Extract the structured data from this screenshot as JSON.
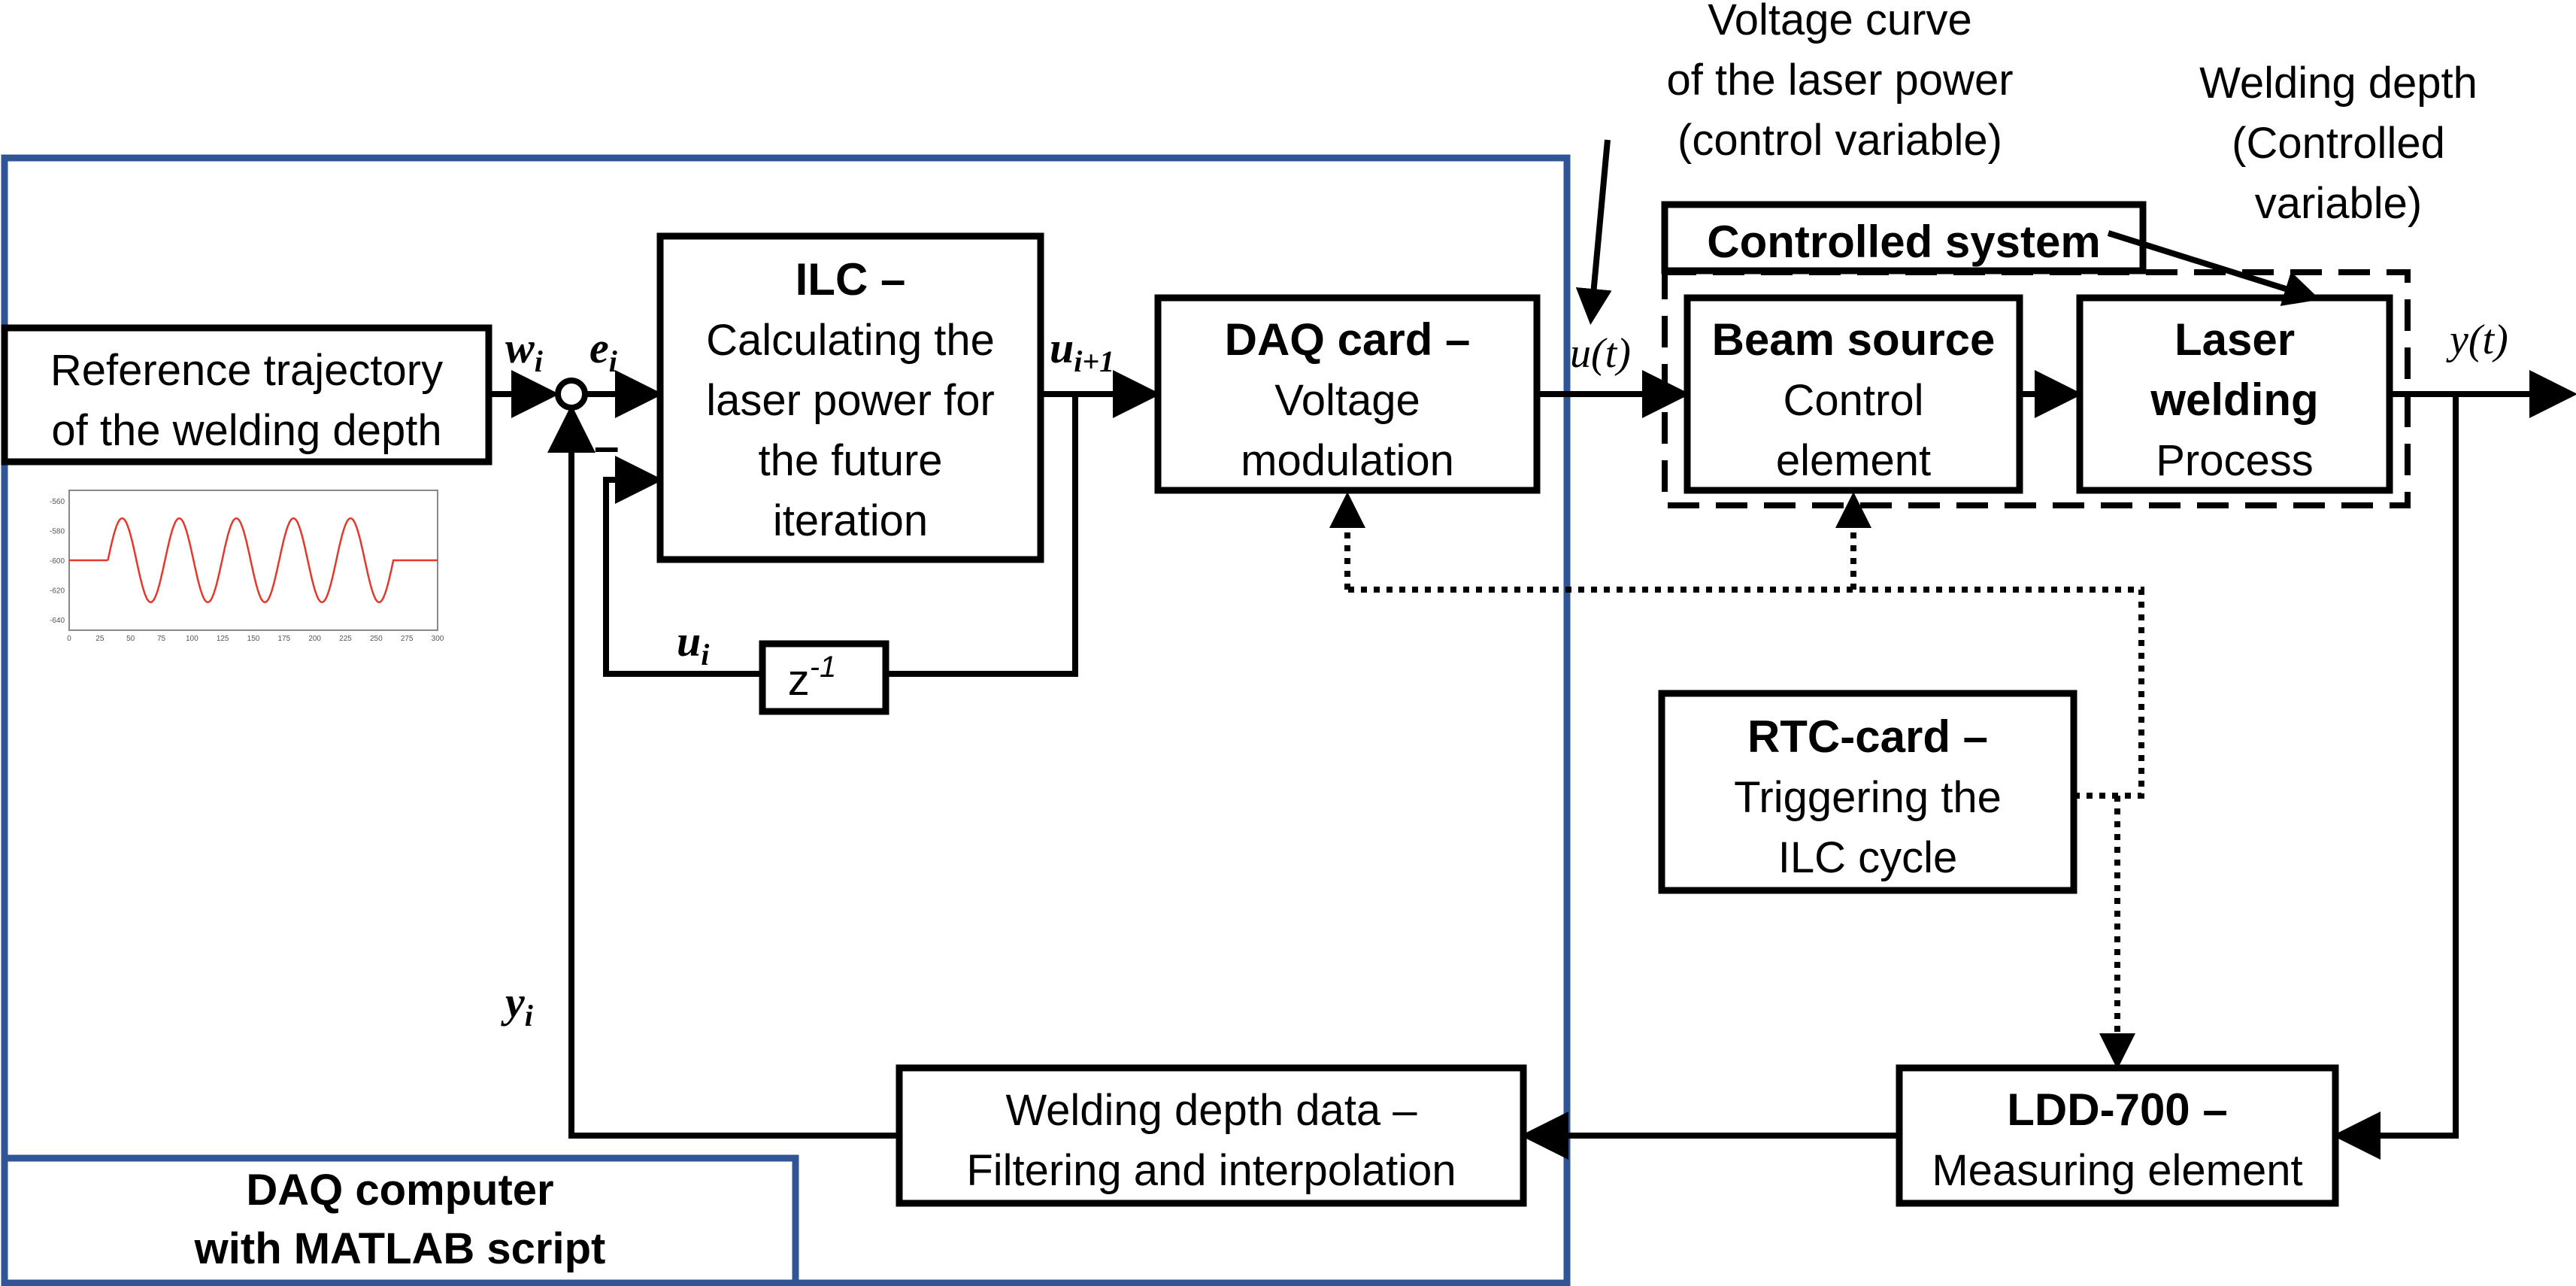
{
  "labels": {
    "reference_line1": "Reference trajectory",
    "reference_line2": "of the welding depth",
    "ilc_title": "ILC –",
    "ilc_line1": "Calculating the",
    "ilc_line2": "laser power for",
    "ilc_line3": "the future",
    "ilc_line4": "iteration",
    "daq_title": "DAQ card –",
    "daq_line1": "Voltage",
    "daq_line2": "modulation",
    "controlled_system": "Controlled system",
    "beam_title": "Beam source",
    "beam_line1": "Control",
    "beam_line2": "element",
    "laser_title1": "Laser",
    "laser_title2": "welding",
    "laser_line1": "Process",
    "rtc_title": "RTC-card –",
    "rtc_line1": "Triggering the",
    "rtc_line2": "ILC cycle",
    "ldd_title": "LDD-700 –",
    "ldd_line1": "Measuring element",
    "wdd_line1": "Welding depth data –",
    "wdd_line2": "Filtering and interpolation",
    "daq_computer_line1": "DAQ computer",
    "daq_computer_line2": "with MATLAB script",
    "voltage_curve_line1": "Voltage curve",
    "voltage_curve_line2": "of the laser power",
    "voltage_curve_line3": "(control variable)",
    "welding_depth_line1": "Welding depth",
    "welding_depth_line2": "(Controlled",
    "welding_depth_line3": "variable)",
    "delay": "z",
    "delay_exp": "-1",
    "minus": "–"
  },
  "signals": {
    "w": "w",
    "w_sub": "i",
    "e": "e",
    "e_sub": "i",
    "u_next": "u",
    "u_next_sub": "i+1",
    "u_i": "u",
    "u_i_sub": "i",
    "y_i": "y",
    "y_i_sub": "i",
    "u_t": "u(t)",
    "y_t": "y(t)"
  },
  "thumbnail": {
    "y_ticks": [
      "-560",
      "-580",
      "-600",
      "-620",
      "-640"
    ],
    "x_ticks": [
      "0",
      "25",
      "50",
      "75",
      "100",
      "125",
      "150",
      "175",
      "200",
      "225",
      "250",
      "275",
      "300"
    ],
    "line_color": "#e8362b"
  },
  "colors": {
    "frame": "#2f5597",
    "ink": "#000000"
  }
}
